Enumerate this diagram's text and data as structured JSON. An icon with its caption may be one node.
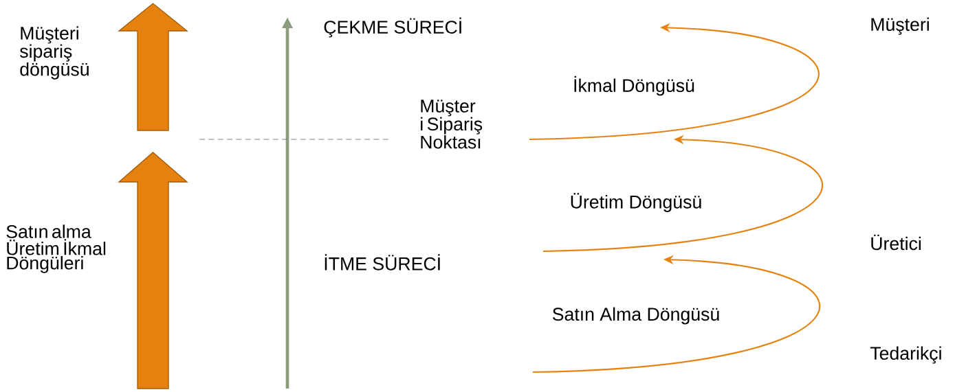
{
  "diagram": {
    "labels": [
      "Müşteri sipariş döngüsü",
      "ÇEKME SÜRECİ",
      "Müşteri",
      "İkmal Döngüsü",
      "Müşter i Sipariş Noktası",
      "Üretim Döngüsü",
      "Satın alma Üretim İkmal Döngüleri",
      "İTME SÜRECİ",
      "Üretici",
      "Satın Alma Döngüsü",
      "Tedarikçi"
    ]
  }
}
